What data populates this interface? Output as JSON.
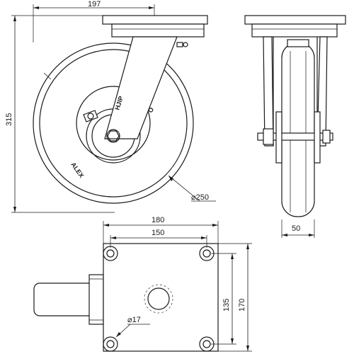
{
  "dimensions": {
    "side_width": "197",
    "height": "315",
    "wheel_diameter": "⌀250",
    "wheel_width": "50",
    "plate_width": "180",
    "hole_spacing_x": "150",
    "hole_spacing_y": "135",
    "plate_length": "170",
    "hole_diameter": "⌀17"
  },
  "labels": {
    "brand": "ALEX",
    "maker_mark": "HJIP"
  },
  "colors": {
    "line": "#1a1a1a",
    "background": "#ffffff"
  }
}
